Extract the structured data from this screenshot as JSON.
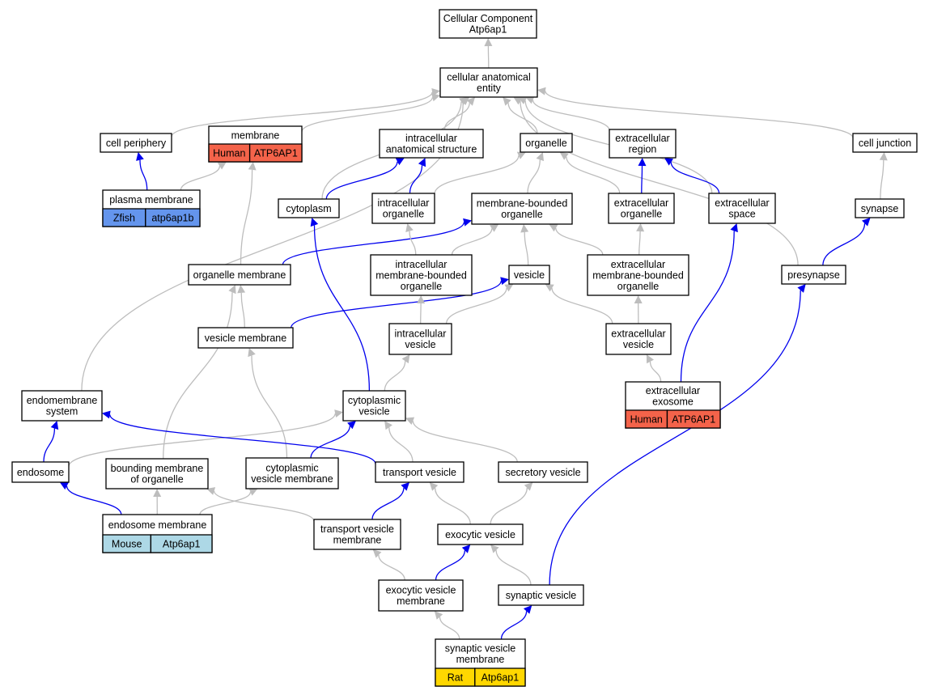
{
  "diagram": {
    "nodes": [
      {
        "id": "cc",
        "lines": [
          "Cellular Component",
          "Atp6ap1"
        ]
      },
      {
        "id": "cae",
        "lines": [
          "cellular anatomical",
          "entity"
        ]
      },
      {
        "id": "cell_periphery",
        "lines": [
          "cell periphery"
        ]
      },
      {
        "id": "membrane",
        "lines": [
          "membrane"
        ],
        "annotation": {
          "species": "Human",
          "gene": "ATP6AP1"
        }
      },
      {
        "id": "ias",
        "lines": [
          "intracellular",
          "anatomical structure"
        ]
      },
      {
        "id": "organelle",
        "lines": [
          "organelle"
        ]
      },
      {
        "id": "extracellular_region",
        "lines": [
          "extracellular",
          "region"
        ]
      },
      {
        "id": "cell_junction",
        "lines": [
          "cell junction"
        ]
      },
      {
        "id": "plasma_membrane",
        "lines": [
          "plasma membrane"
        ],
        "annotation": {
          "species": "Zfish",
          "gene": "atp6ap1b"
        }
      },
      {
        "id": "cytoplasm",
        "lines": [
          "cytoplasm"
        ]
      },
      {
        "id": "intracellular_organelle",
        "lines": [
          "intracellular",
          "organelle"
        ]
      },
      {
        "id": "mbo",
        "lines": [
          "membrane-bounded",
          "organelle"
        ]
      },
      {
        "id": "extracellular_organelle",
        "lines": [
          "extracellular",
          "organelle"
        ]
      },
      {
        "id": "extracellular_space",
        "lines": [
          "extracellular",
          "space"
        ]
      },
      {
        "id": "synapse",
        "lines": [
          "synapse"
        ]
      },
      {
        "id": "organelle_membrane",
        "lines": [
          "organelle membrane"
        ]
      },
      {
        "id": "imbo",
        "lines": [
          "intracellular",
          "membrane-bounded",
          "organelle"
        ]
      },
      {
        "id": "vesicle",
        "lines": [
          "vesicle"
        ]
      },
      {
        "id": "embo",
        "lines": [
          "extracellular",
          "membrane-bounded",
          "organelle"
        ]
      },
      {
        "id": "presynapse",
        "lines": [
          "presynapse"
        ]
      },
      {
        "id": "vesicle_membrane",
        "lines": [
          "vesicle membrane"
        ]
      },
      {
        "id": "intracellular_vesicle",
        "lines": [
          "intracellular",
          "vesicle"
        ]
      },
      {
        "id": "extracellular_vesicle",
        "lines": [
          "extracellular",
          "vesicle"
        ]
      },
      {
        "id": "extracellular_exosome",
        "lines": [
          "extracellular",
          "exosome"
        ],
        "annotation": {
          "species": "Human",
          "gene": "ATP6AP1"
        }
      },
      {
        "id": "endomembrane_system",
        "lines": [
          "endomembrane",
          "system"
        ]
      },
      {
        "id": "cytoplasmic_vesicle",
        "lines": [
          "cytoplasmic",
          "vesicle"
        ]
      },
      {
        "id": "endosome",
        "lines": [
          "endosome"
        ]
      },
      {
        "id": "bmo",
        "lines": [
          "bounding membrane",
          "of organelle"
        ]
      },
      {
        "id": "cvm",
        "lines": [
          "cytoplasmic",
          "vesicle membrane"
        ]
      },
      {
        "id": "transport_vesicle",
        "lines": [
          "transport vesicle"
        ]
      },
      {
        "id": "secretory_vesicle",
        "lines": [
          "secretory vesicle"
        ]
      },
      {
        "id": "endosome_membrane",
        "lines": [
          "endosome membrane"
        ],
        "annotation": {
          "species": "Mouse",
          "gene": "Atp6ap1"
        }
      },
      {
        "id": "tvm",
        "lines": [
          "transport vesicle",
          "membrane"
        ]
      },
      {
        "id": "exocytic_vesicle",
        "lines": [
          "exocytic vesicle"
        ]
      },
      {
        "id": "evm",
        "lines": [
          "exocytic vesicle",
          "membrane"
        ]
      },
      {
        "id": "synaptic_vesicle",
        "lines": [
          "synaptic vesicle"
        ]
      },
      {
        "id": "svm",
        "lines": [
          "synaptic vesicle",
          "membrane"
        ],
        "annotation": {
          "species": "Rat",
          "gene": "Atp6ap1"
        }
      }
    ],
    "edges": [
      {
        "from": "cae",
        "to": "cc",
        "type": "is_a"
      },
      {
        "from": "cell_periphery",
        "to": "cae",
        "type": "is_a"
      },
      {
        "from": "membrane",
        "to": "cae",
        "type": "is_a"
      },
      {
        "from": "ias",
        "to": "cae",
        "type": "is_a"
      },
      {
        "from": "organelle",
        "to": "cae",
        "type": "is_a"
      },
      {
        "from": "extracellular_region",
        "to": "cae",
        "type": "is_a"
      },
      {
        "from": "cell_junction",
        "to": "cae",
        "type": "is_a"
      },
      {
        "from": "endomembrane_system",
        "to": "cae",
        "type": "is_a"
      },
      {
        "from": "cytoplasm",
        "to": "cae",
        "type": "is_a"
      },
      {
        "from": "extracellular_space",
        "to": "cae",
        "type": "is_a"
      },
      {
        "from": "presynapse",
        "to": "cae",
        "type": "is_a"
      },
      {
        "from": "plasma_membrane",
        "to": "cell_periphery",
        "type": "part_of"
      },
      {
        "from": "plasma_membrane",
        "to": "membrane",
        "type": "is_a"
      },
      {
        "from": "cytoplasm",
        "to": "ias",
        "type": "part_of"
      },
      {
        "from": "intracellular_organelle",
        "to": "ias",
        "type": "part_of"
      },
      {
        "from": "intracellular_organelle",
        "to": "organelle",
        "type": "is_a"
      },
      {
        "from": "mbo",
        "to": "organelle",
        "type": "is_a"
      },
      {
        "from": "extracellular_organelle",
        "to": "organelle",
        "type": "is_a"
      },
      {
        "from": "extracellular_organelle",
        "to": "extracellular_region",
        "type": "part_of"
      },
      {
        "from": "extracellular_space",
        "to": "extracellular_region",
        "type": "part_of"
      },
      {
        "from": "synapse",
        "to": "cell_junction",
        "type": "is_a"
      },
      {
        "from": "organelle_membrane",
        "to": "membrane",
        "type": "is_a"
      },
      {
        "from": "organelle_membrane",
        "to": "mbo",
        "type": "part_of"
      },
      {
        "from": "imbo",
        "to": "intracellular_organelle",
        "type": "is_a"
      },
      {
        "from": "imbo",
        "to": "mbo",
        "type": "is_a"
      },
      {
        "from": "vesicle",
        "to": "mbo",
        "type": "is_a"
      },
      {
        "from": "embo",
        "to": "mbo",
        "type": "is_a"
      },
      {
        "from": "embo",
        "to": "extracellular_organelle",
        "type": "is_a"
      },
      {
        "from": "presynapse",
        "to": "synapse",
        "type": "part_of"
      },
      {
        "from": "vesicle_membrane",
        "to": "organelle_membrane",
        "type": "is_a"
      },
      {
        "from": "vesicle_membrane",
        "to": "vesicle",
        "type": "part_of"
      },
      {
        "from": "intracellular_vesicle",
        "to": "imbo",
        "type": "is_a"
      },
      {
        "from": "intracellular_vesicle",
        "to": "vesicle",
        "type": "is_a"
      },
      {
        "from": "extracellular_vesicle",
        "to": "vesicle",
        "type": "is_a"
      },
      {
        "from": "extracellular_vesicle",
        "to": "embo",
        "type": "is_a"
      },
      {
        "from": "extracellular_exosome",
        "to": "extracellular_vesicle",
        "type": "is_a"
      },
      {
        "from": "extracellular_exosome",
        "to": "extracellular_space",
        "type": "part_of"
      },
      {
        "from": "cytoplasmic_vesicle",
        "to": "intracellular_vesicle",
        "type": "is_a"
      },
      {
        "from": "cytoplasmic_vesicle",
        "to": "cytoplasm",
        "type": "part_of"
      },
      {
        "from": "endosome",
        "to": "endomembrane_system",
        "type": "part_of"
      },
      {
        "from": "endosome",
        "to": "cytoplasmic_vesicle",
        "type": "is_a"
      },
      {
        "from": "bmo",
        "to": "organelle_membrane",
        "type": "is_a"
      },
      {
        "from": "cvm",
        "to": "vesicle_membrane",
        "type": "is_a"
      },
      {
        "from": "cvm",
        "to": "cytoplasmic_vesicle",
        "type": "part_of"
      },
      {
        "from": "transport_vesicle",
        "to": "cytoplasmic_vesicle",
        "type": "is_a"
      },
      {
        "from": "transport_vesicle",
        "to": "endomembrane_system",
        "type": "part_of"
      },
      {
        "from": "secretory_vesicle",
        "to": "cytoplasmic_vesicle",
        "type": "is_a"
      },
      {
        "from": "endosome_membrane",
        "to": "endosome",
        "type": "part_of"
      },
      {
        "from": "endosome_membrane",
        "to": "bmo",
        "type": "is_a"
      },
      {
        "from": "endosome_membrane",
        "to": "cvm",
        "type": "is_a"
      },
      {
        "from": "tvm",
        "to": "transport_vesicle",
        "type": "part_of"
      },
      {
        "from": "tvm",
        "to": "bmo",
        "type": "is_a"
      },
      {
        "from": "exocytic_vesicle",
        "to": "transport_vesicle",
        "type": "is_a"
      },
      {
        "from": "exocytic_vesicle",
        "to": "secretory_vesicle",
        "type": "is_a"
      },
      {
        "from": "evm",
        "to": "tvm",
        "type": "is_a"
      },
      {
        "from": "evm",
        "to": "exocytic_vesicle",
        "type": "part_of"
      },
      {
        "from": "synaptic_vesicle",
        "to": "exocytic_vesicle",
        "type": "is_a"
      },
      {
        "from": "synaptic_vesicle",
        "to": "presynapse",
        "type": "part_of"
      },
      {
        "from": "svm",
        "to": "evm",
        "type": "is_a"
      },
      {
        "from": "svm",
        "to": "synaptic_vesicle",
        "type": "part_of"
      }
    ],
    "colors": {
      "is_a_edge": "#bdbdbd",
      "part_of_edge": "#0000ee",
      "Human": "#f4634a",
      "Zfish": "#6495ed",
      "Mouse": "#add8e6",
      "Rat": "#ffd700"
    }
  }
}
